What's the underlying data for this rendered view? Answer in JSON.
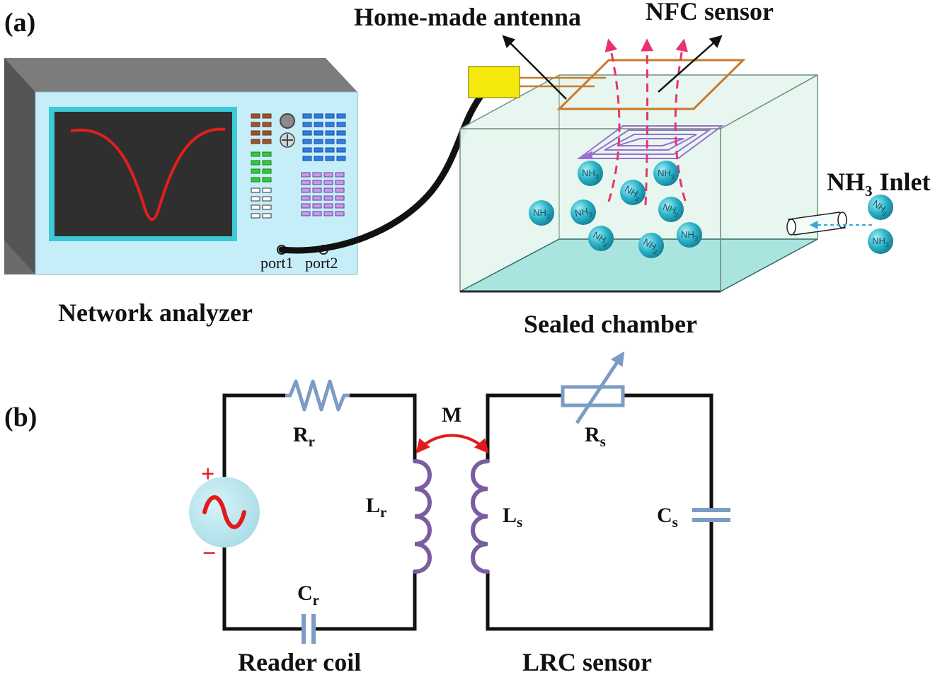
{
  "panels": {
    "a": "(a)",
    "b": "(b)"
  },
  "analyzer": {
    "label": "Network analyzer",
    "port1": "port1",
    "port2": "port2"
  },
  "chamber": {
    "label": "Sealed chamber"
  },
  "antenna": {
    "label": "Home-made antenna"
  },
  "sensor": {
    "label": "NFC sensor"
  },
  "inlet": {
    "gas": "NH",
    "gas_sub": "3",
    "word": "Inlet"
  },
  "molecule": {
    "label": "NH",
    "sub": "3"
  },
  "circuit": {
    "coupling": "M",
    "reader": {
      "label": "Reader coil",
      "R": "R",
      "R_sub": "r",
      "L": "L",
      "L_sub": "r",
      "C": "C",
      "C_sub": "r"
    },
    "sensor": {
      "label": "LRC sensor",
      "R": "R",
      "R_sub": "s",
      "L": "L",
      "L_sub": "s",
      "C": "C",
      "C_sub": "s"
    },
    "source": {
      "plus": "+",
      "minus": "−"
    }
  },
  "colors": {
    "screen_frame": "#3ec8d8",
    "trace": "#e0201c",
    "component": "#7b9cc4",
    "inductor": "#7a5da0",
    "coupling_arrow": "#e31a1c",
    "field_lines": "#e8336f",
    "molecule": "#2bb3c8",
    "chamber_fill": "#e6f7ef"
  }
}
